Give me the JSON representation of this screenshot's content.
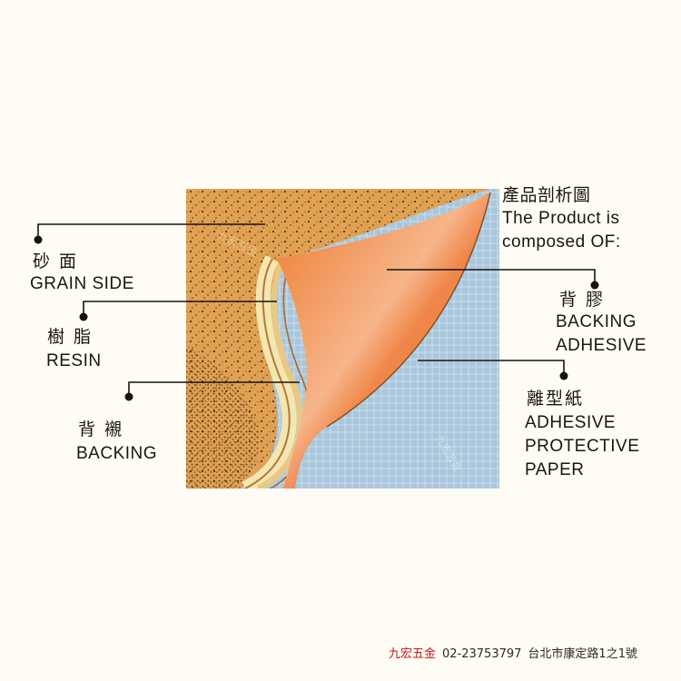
{
  "heading": {
    "title_zh": "產品剖析圖",
    "line1": "The Product is",
    "line2": "composed OF:"
  },
  "labels": {
    "grain_side": {
      "zh": "砂 面",
      "en": "GRAIN SIDE"
    },
    "resin": {
      "zh": "樹 脂",
      "en": "RESIN"
    },
    "backing": {
      "zh": "背 襯",
      "en": "BACKING"
    },
    "backing_adhesive": {
      "zh": "背 膠",
      "en_line1": "BACKING",
      "en_line2": "ADHESIVE"
    },
    "protective_paper": {
      "zh": "離型紙",
      "en_line1": "ADHESIVE",
      "en_line2": "PROTECTIVE",
      "en_line3": "PAPER"
    }
  },
  "watermark": {
    "text": "九宏五金"
  },
  "footer": {
    "brand": "九宏五金",
    "phone": "02-23753797",
    "address": "台北市康定路1之1號"
  },
  "colors": {
    "grain": "#e0a153",
    "grain_dots": "#5a3216",
    "adhesive": "#ee7a2e",
    "paper": "#a9c7dc",
    "leader": "#1a130b",
    "footer_brand": "#c0181c"
  }
}
